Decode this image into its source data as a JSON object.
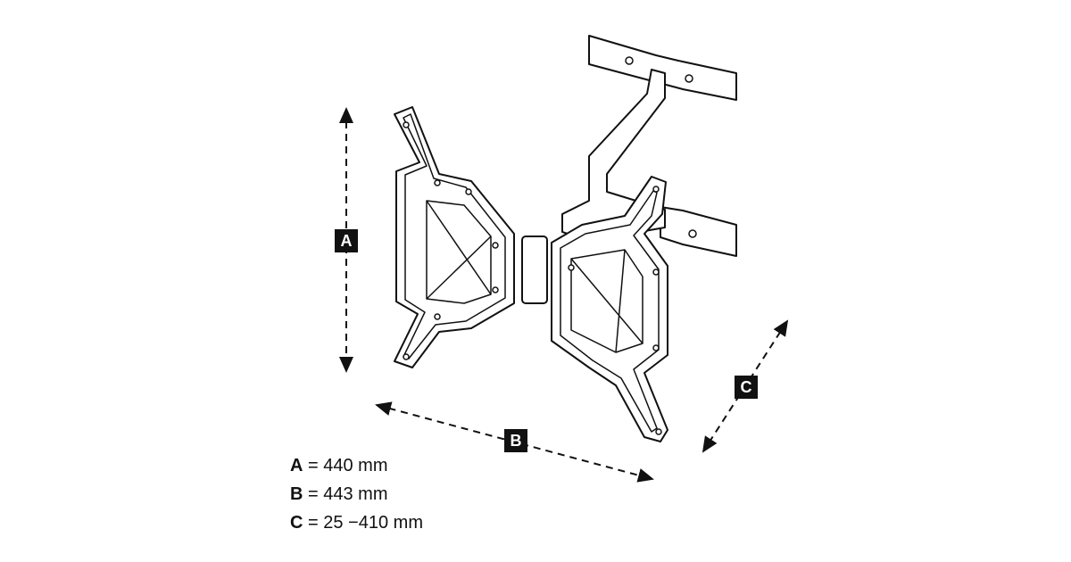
{
  "labels": {
    "a": "A",
    "b": "B",
    "c": "C"
  },
  "legend": [
    {
      "key": "A",
      "value": "= 440 mm"
    },
    {
      "key": "B",
      "value": "= 443 mm"
    },
    {
      "key": "C",
      "value": "= 25 −410 mm"
    }
  ]
}
